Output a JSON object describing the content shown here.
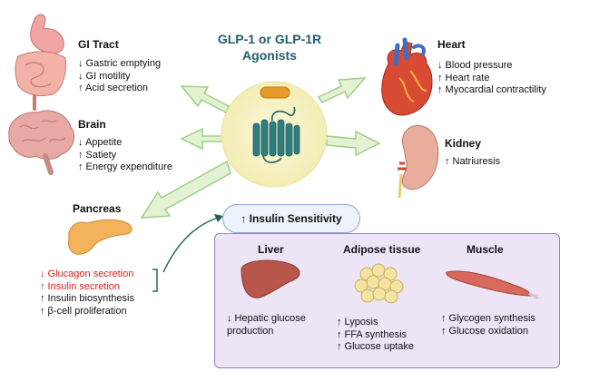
{
  "center": {
    "title_line1": "GLP-1 or GLP-1R",
    "title_line2": "Agonists"
  },
  "gi_tract": {
    "title": "GI Tract",
    "effects": [
      "↓ Gastric emptying",
      "↓ GI motility",
      "↑ Acid secretion"
    ]
  },
  "brain": {
    "title": "Brain",
    "effects": [
      "↓ Appetite",
      "↑ Satiety",
      "↑ Energy expenditure"
    ]
  },
  "heart": {
    "title": "Heart",
    "effects": [
      "↓ Blood pressure",
      "↑ Heart rate",
      "↑ Myocardial contractility"
    ]
  },
  "kidney": {
    "title": "Kidney",
    "effects": [
      "↑ Natriuresis"
    ]
  },
  "pancreas": {
    "title": "Pancreas",
    "effects": [
      "↓ Glucagon secretion",
      "↑ Insulin secretion",
      "↑ Insulin biosynthesis",
      "↑ β-cell proliferation"
    ]
  },
  "insulin_sensitivity": {
    "label": "↑ Insulin Sensitivity",
    "liver": {
      "title": "Liver",
      "effects": [
        "↓ Hepatic glucose",
        "production"
      ]
    },
    "adipose": {
      "title": "Adipose tissue",
      "effects": [
        "↑ Lyposis",
        "↑ FFA synthesis",
        "↑ Glucose uptake"
      ]
    },
    "muscle": {
      "title": "Muscle",
      "effects": [
        "↑ Glycogen synthesis",
        "↑ Glucose oxidation"
      ]
    }
  },
  "colors": {
    "arrow_fill": "#e3f2d2",
    "arrow_stroke": "#9fcf88",
    "center_circle": "#f8f4c8",
    "title_color": "#1f5f6b",
    "red_text": "#d6211c",
    "panel_fill": "#ede4f6",
    "receptor": "#2f7d7f"
  }
}
